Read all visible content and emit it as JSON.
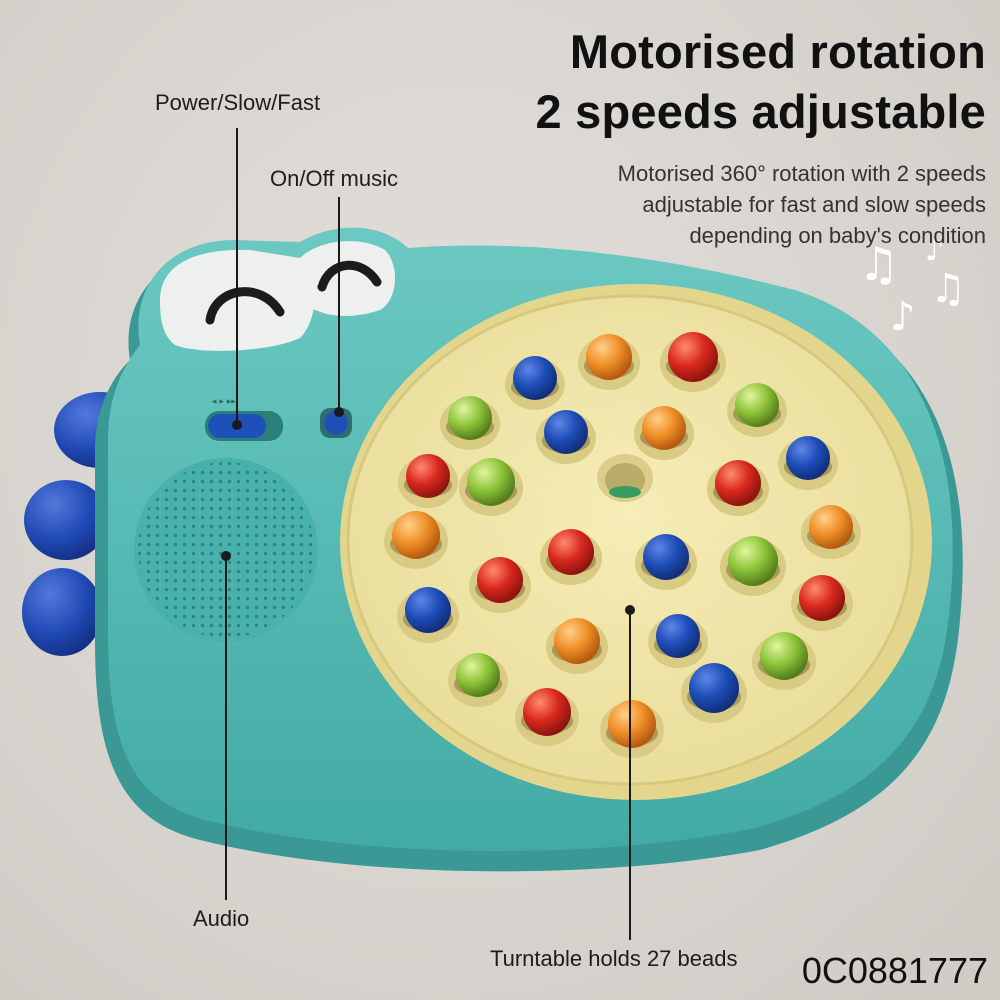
{
  "headline": {
    "line1": "Motorised rotation",
    "line2": "2 speeds adjustable"
  },
  "description": {
    "line1": "Motorised 360° rotation with 2 speeds",
    "line2": "adjustable for fast and slow speeds",
    "line3": "depending on baby's condition"
  },
  "callouts": {
    "power": "Power/Slow/Fast",
    "music": "On/Off music",
    "audio": "Audio",
    "turntable": "Turntable holds 27 beads"
  },
  "product_code": "0C0881777",
  "colors": {
    "body": "#4fb7b1",
    "turntable": "#efe5a6",
    "bead_red": "#d9281e",
    "bead_orange": "#ef8e26",
    "bead_blue": "#1d4db8",
    "bead_green": "#8cc338",
    "fins": "#1f49b5"
  },
  "icons": [
    "music-notes-icon",
    "speaker-grille-icon",
    "slide-switch-icon",
    "music-button-icon"
  ]
}
